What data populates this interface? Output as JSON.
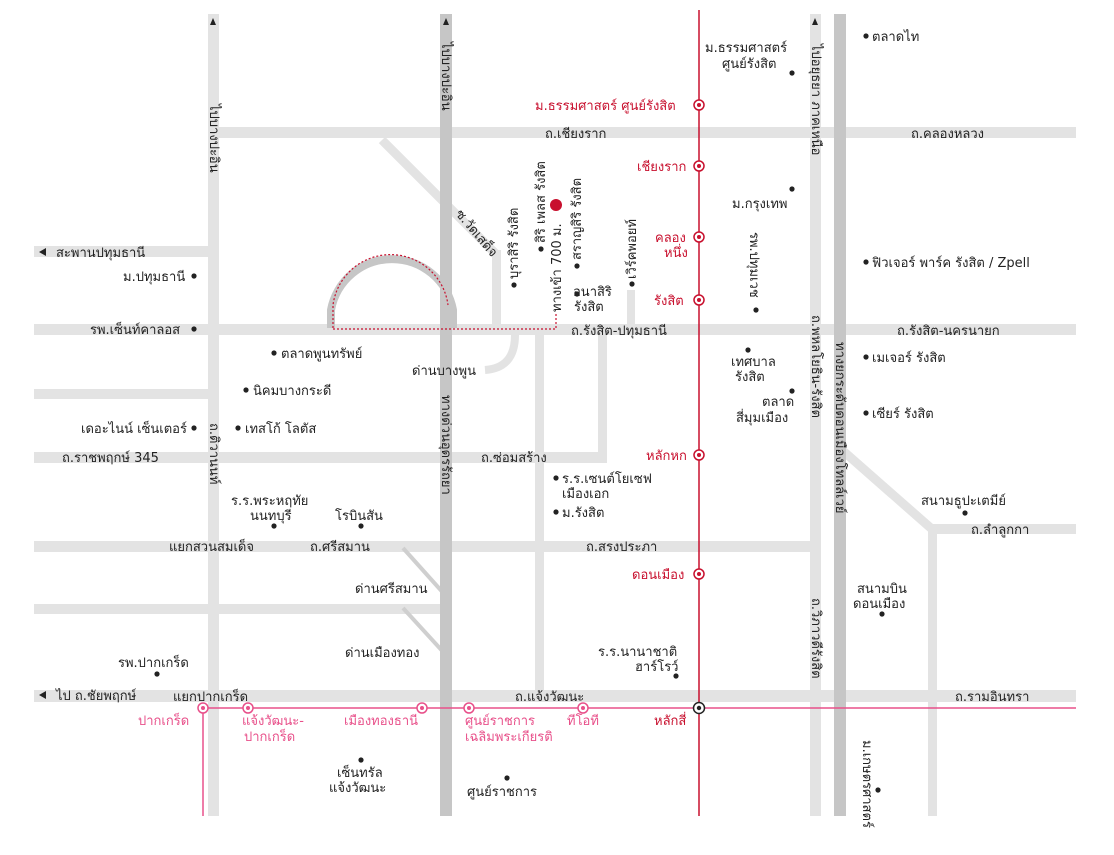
{
  "colors": {
    "road": "#e3e3e3",
    "expressway": "#c6c6c6",
    "red_line": "#c8102e",
    "pink_line": "#e8508a",
    "poi": "#222222",
    "destination": "#c8102e"
  },
  "roads": {
    "chiang_rak": "ถ.เชียงราก",
    "khlong_luang": "ถ.คลองหลวง",
    "rangsit_pathum": "ถ.รังสิต-ปทุมธานี",
    "rangsit_nakhonnayok": "ถ.รังสิต-นครนายก",
    "ratchaphruek": "ถ.ราชพฤกษ์ 345",
    "som_sang": "ถ.ซ่อมสร้าง",
    "si_saman": "ถ.ศรีสมาน",
    "song_prapha": "ถ.สรงประภา",
    "lam_luk_ka": "ถ.ลำลูกกา",
    "chaeng_watthana": "ถ.แจ้งวัฒนะ",
    "ram_inthra": "ถ.รามอินทรา",
    "tiwanon": "ถ.ติวานนท์",
    "phahonyothin": "ถ.พหลโยธิน-รังสิต",
    "vibhavadi": "ถ.วิภาวดีรังสิต",
    "udon_expressway": "ทางด่วนอุดรรัถยา",
    "don_mueang_tollway": "ทางยกระดับดอนเมืองโทลล์เวย์",
    "to_bang_pa_in": "ไปบางปะอิน",
    "to_bang_pa_in_2": "ไปบางปะอิน",
    "to_ayutthaya": "ไปอยุธยา ภาคเหนือ",
    "to_saphan_pathum": "สะพานปทุมธานี",
    "to_chaiyaphruek": "ไป ถ.ชัยพฤกษ์",
    "soi_wat_sadet": "ซ.วัดเสด็จ",
    "entrance": "ทางเข้า 700 ม."
  },
  "places": {
    "talat_thai": "ตลาดไท",
    "mor_thammasat_stop": "ม.ธรรมศาสตร์",
    "mor_thammasat_stop_2": "ศูนย์รังสิต",
    "mor_krungthep": "ม.กรุงเทพ",
    "future_park": "ฟิวเจอร์ พาร์ค รังสิต / Zpell",
    "mor_pathumthani": "ม.ปทุมธานี",
    "rp_saint_carlos": "รพ.เซ็นท์คาลอส",
    "rp_pathumvej": "รพ.ปทุมเวช",
    "bura_siri": "บุราสิริ รังสิต",
    "siri_place": "สิริ เพลส รังสิต",
    "saransiri": "สราญสิริ รังสิต",
    "anasiri_1": "อนาสิริ",
    "anasiri_2": "รังสิต",
    "work_point": "เวิร์คพอยท์",
    "talat_phun_sap": "ตลาดพูนทรัพย์",
    "nikhom_bang_kadi": "นิคมบางกระดี",
    "the_nine": "เดอะไนน์ เซ็นเตอร์",
    "tesco": "เทสโก้ โลตัส",
    "thesaban_1": "เทศบาล",
    "thesaban_2": "รังสิต",
    "talat_si_mum_1": "ตลาด",
    "talat_si_mum_2": "สี่มุมเมือง",
    "major": "เมเจอร์ รังสิต",
    "zeer": "เซียร์ รังสิต",
    "dan_bang_phun": "ด่านบางพูน",
    "saint_joseph_1": "ร.ร.เซนต์โยเซฟ",
    "saint_joseph_2": "เมืองเอก",
    "mor_rangsit": "ม.รังสิต",
    "prahuthai_1": "ร.ร.พระหฤทัย",
    "prahuthai_2": "นนทบุรี",
    "robinson": "โรบินสัน",
    "stadium": "สนามธูปะเตมีย์",
    "suan_somdet": "แยกสวนสมเด็จ",
    "dan_si_saman": "ด่านศรีสมาน",
    "dan_mueang_thong": "ด่านเมืองทอง",
    "airport_1": "สนามบิน",
    "airport_2": "ดอนเมือง",
    "rp_pakkret": "รพ.ปากเกร็ด",
    "nanachat_1": "ร.ร.นานาชาติ",
    "nanachat_2": "ฮาร์โรว์",
    "yaek_pakkret": "แยกปากเกร็ด",
    "central_1": "เซ็นทรัล",
    "central_2": "แจ้งวัฒนะ",
    "govt_complex": "ศูนย์ราชการ",
    "kasetsart": "ม.เกษตรศาสตร์"
  },
  "red_line_stations": {
    "thammasat": "ม.ธรรมศาสตร์ ศูนย์รังสิต",
    "chiang_rak": "เชียงราก",
    "khlong_nueng_1": "คลอง",
    "khlong_nueng_2": "หนึ่ง",
    "rangsit": "รังสิต",
    "lak_hok": "หลักหก",
    "don_mueang": "ดอนเมือง",
    "lak_si": "หลักสี่"
  },
  "pink_line_stations": {
    "pak_kret": "ปากเกร็ด",
    "chaeng_pak_kret_1": "แจ้งวัฒนะ-",
    "chaeng_pak_kret_2": "ปากเกร็ด",
    "mueang_thong": "เมืองทองธานี",
    "govt_center_1": "ศูนย์ราชการ",
    "govt_center_2": "เฉลิมพระเกียรติ",
    "tot": "ทีโอที"
  }
}
